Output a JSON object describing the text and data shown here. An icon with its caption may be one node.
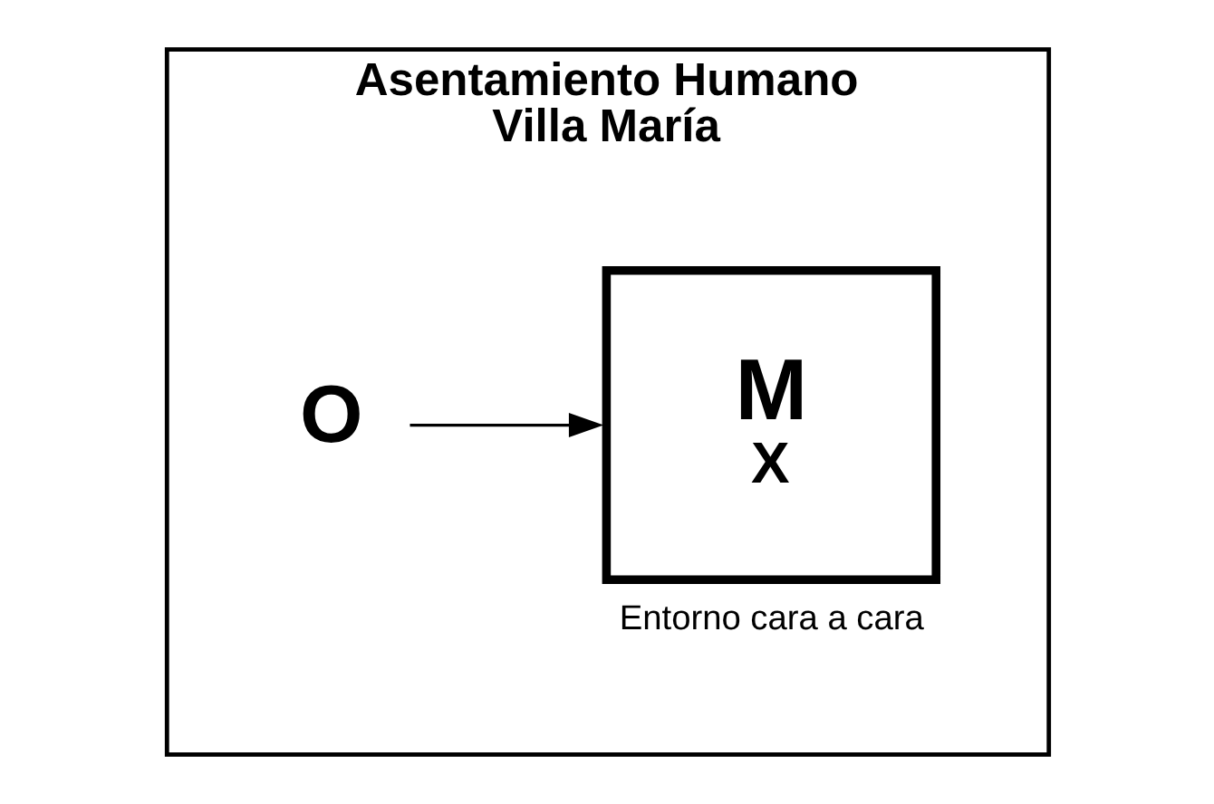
{
  "diagram": {
    "nodes": [
      {
        "text": [
          "Asentamiento Humano",
          "Villa María"
        ]
      },
      {
        "text": [
          "O"
        ],
        "in": 0
      },
      {
        "text": [
          "M",
          "X"
        ],
        "beside": [
          "Entorno cara a cara"
        ],
        "in": 0
      }
    ],
    "edges": [
      {
        "from": 1,
        "to": 2,
        "arrow": "to"
      }
    ]
  }
}
